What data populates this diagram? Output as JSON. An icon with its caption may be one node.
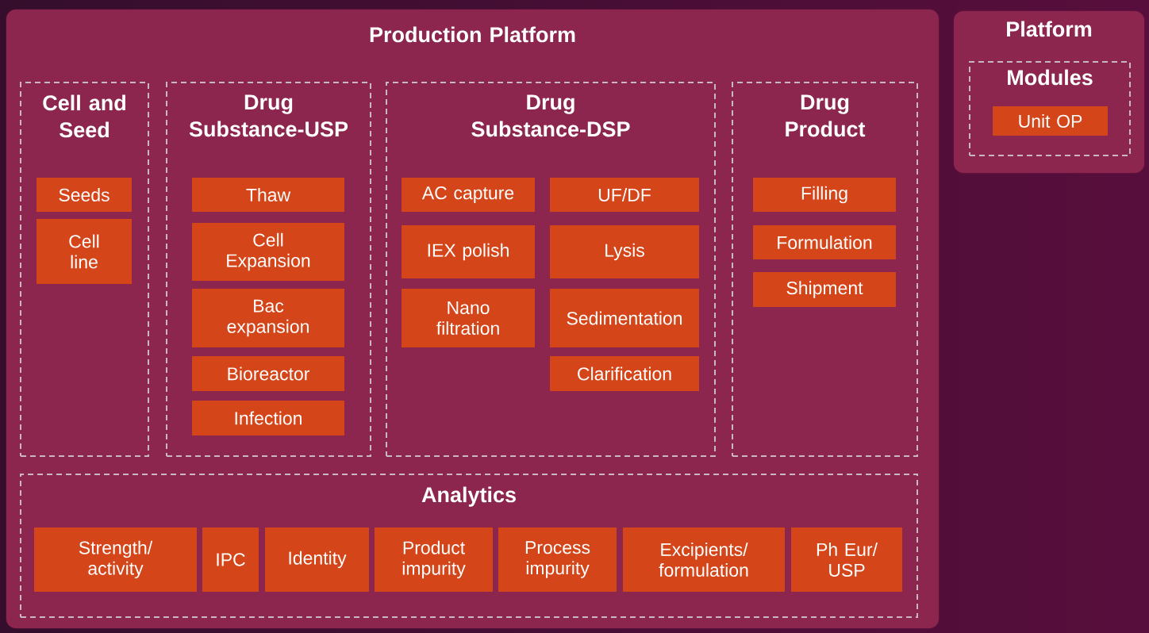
{
  "diagram": {
    "nodes": [
      {
        "text": [
          "Production Platform"
        ]
      },
      {
        "text": [
          "Cell and Seed"
        ],
        "in": 0
      },
      {
        "text": [
          "Seeds"
        ],
        "in": 1
      },
      {
        "text": [
          "Cell line"
        ],
        "in": 1
      },
      {
        "text": [
          "Drug Substance-USP"
        ],
        "in": 0
      },
      {
        "text": [
          "Thaw"
        ],
        "in": 4
      },
      {
        "text": [
          "Cell Expansion"
        ],
        "in": 4
      },
      {
        "text": [
          "Bac expansion"
        ],
        "in": 4
      },
      {
        "text": [
          "Bioreactor"
        ],
        "in": 4
      },
      {
        "text": [
          "Infection"
        ],
        "in": 4
      },
      {
        "text": [
          "Drug Substance-DSP"
        ],
        "in": 0
      },
      {
        "text": [
          "AC capture"
        ],
        "in": 10
      },
      {
        "text": [
          "UF/DF"
        ],
        "in": 10
      },
      {
        "text": [
          "IEX polish"
        ],
        "in": 10
      },
      {
        "text": [
          "Lysis"
        ],
        "in": 10
      },
      {
        "text": [
          "Nano filtration"
        ],
        "in": 10
      },
      {
        "text": [
          "Sedimentation"
        ],
        "in": 10
      },
      {
        "text": [
          "Clarification"
        ],
        "in": 10
      },
      {
        "text": [
          "Drug Product"
        ],
        "in": 0
      },
      {
        "text": [
          "Filling"
        ],
        "in": 18
      },
      {
        "text": [
          "Formulation"
        ],
        "in": 18
      },
      {
        "text": [
          "Shipment"
        ],
        "in": 18
      },
      {
        "text": [
          "Analytics"
        ],
        "in": 0
      },
      {
        "text": [
          "Strength/ activity"
        ],
        "in": 22
      },
      {
        "text": [
          "IPC"
        ],
        "in": 22
      },
      {
        "text": [
          "Identity"
        ],
        "in": 22
      },
      {
        "text": [
          "Product impurity"
        ],
        "in": 22
      },
      {
        "text": [
          "Process impurity"
        ],
        "in": 22
      },
      {
        "text": [
          "Excipients/ formulation"
        ],
        "in": 22
      },
      {
        "text": [
          "Ph Eur/ USP"
        ],
        "in": 22
      },
      {
        "text": [
          "Platform"
        ]
      },
      {
        "text": [
          "Modules"
        ],
        "in": 30
      },
      {
        "text": [
          "Unit OP"
        ],
        "in": 31
      }
    ]
  }
}
